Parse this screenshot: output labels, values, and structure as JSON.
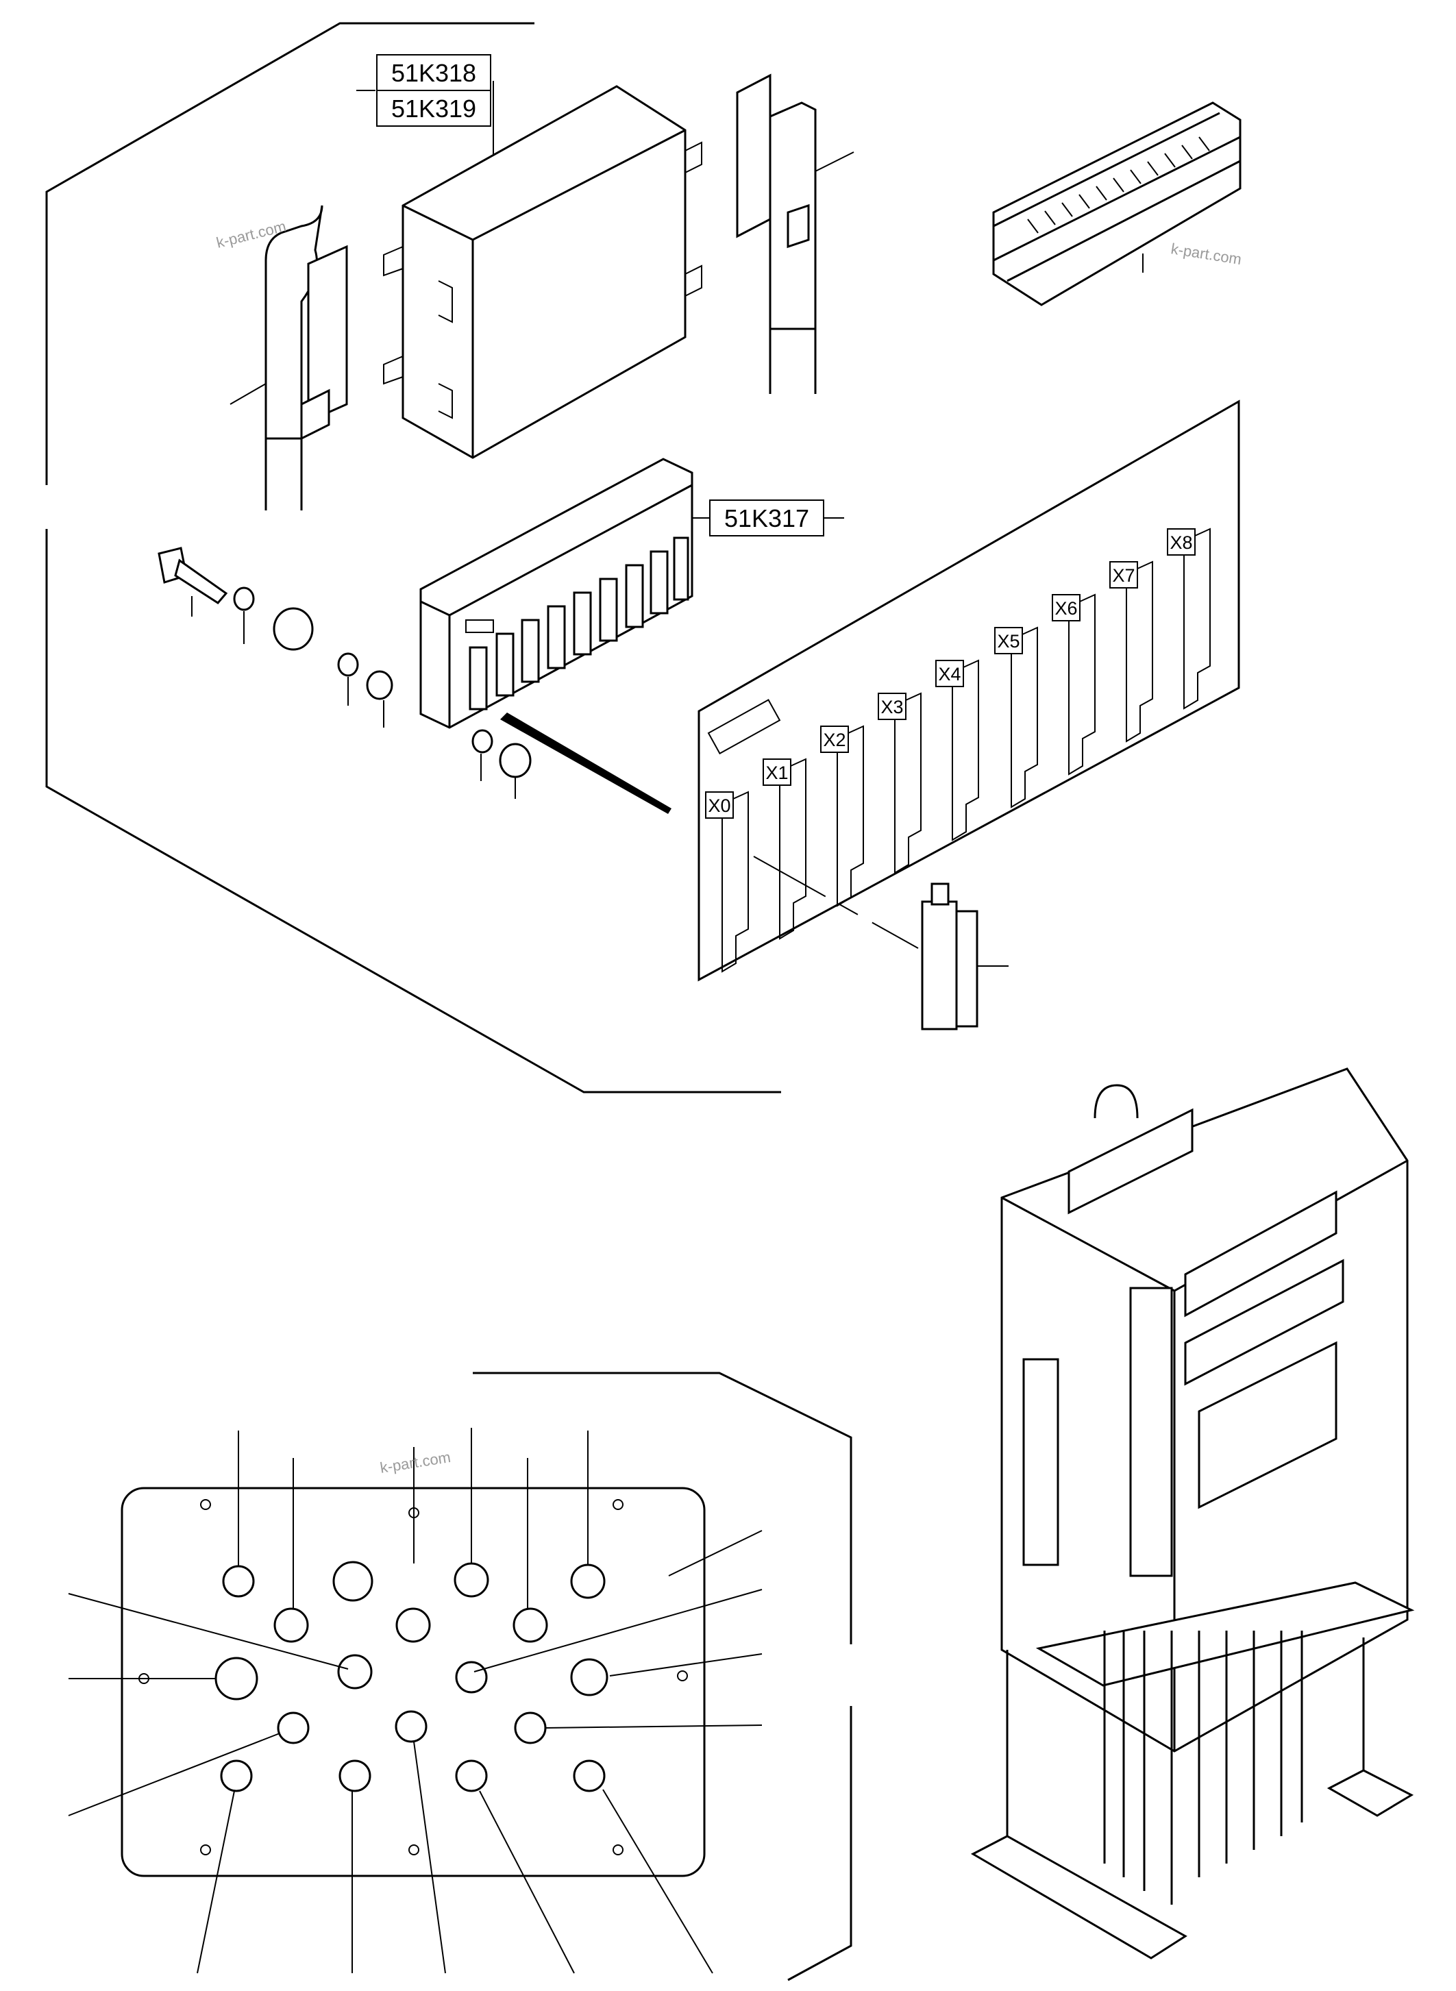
{
  "callouts": {
    "relay_cover_a": "51K318",
    "relay_cover_b": "51K319",
    "relay_board": "51K317"
  },
  "connectors": [
    "X0",
    "X1",
    "X2",
    "X3",
    "X4",
    "X5",
    "X6",
    "X7",
    "X8"
  ],
  "watermarks": [
    "k-part.com",
    "k-part.com",
    "k-part.com"
  ]
}
